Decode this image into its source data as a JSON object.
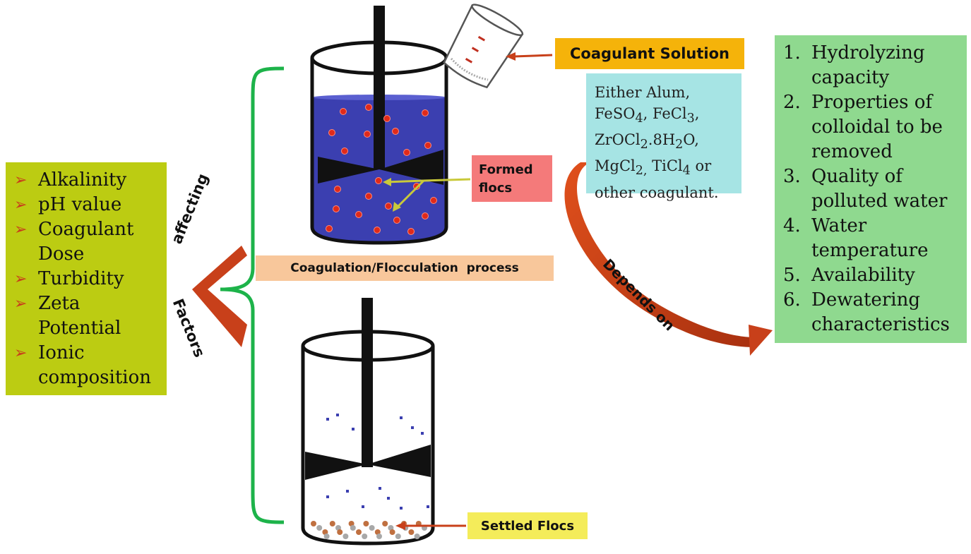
{
  "factors": {
    "items": [
      "Alkalinity",
      "pH value",
      "Coagulant",
      "Dose",
      "Turbidity",
      "Zeta",
      "Potential",
      "Ionic",
      "composition"
    ],
    "bullet_flags": [
      true,
      true,
      true,
      false,
      true,
      true,
      false,
      true,
      false
    ],
    "bullet_glyph": "➢"
  },
  "labels": {
    "affecting": "affecting",
    "factors": "Factors",
    "coagulant_solution": "Coagulant Solution",
    "formed_flocs_line1": "Formed",
    "formed_flocs_line2": "flocs",
    "process": "Coagulation/Flocculation  process",
    "settled_flocs": "Settled Flocs",
    "depends_on": "Depends on"
  },
  "coagulants": {
    "line1": "Either Alum,",
    "line2": [
      "FeSO",
      "4",
      ", FeCl",
      "3",
      ","
    ],
    "line3": [
      "ZrOCl",
      "2",
      ".8H",
      "2",
      "O,"
    ],
    "line4": [
      "MgCl",
      "2,",
      " TiCl",
      "4",
      " or"
    ],
    "line5": "other coagulant."
  },
  "depends": {
    "items": [
      {
        "num": "1.",
        "text": "Hydrolyzing"
      },
      {
        "num": "",
        "text": "capacity"
      },
      {
        "num": "2.",
        "text": "Properties of"
      },
      {
        "num": "",
        "text": "colloidal to be"
      },
      {
        "num": "",
        "text": "removed"
      },
      {
        "num": "3.",
        "text": "Quality of"
      },
      {
        "num": "",
        "text": "polluted water"
      },
      {
        "num": "4.",
        "text": "Water"
      },
      {
        "num": "",
        "text": "temperature"
      },
      {
        "num": "5.",
        "text": "Availability"
      },
      {
        "num": "6.",
        "text": "Dewatering"
      },
      {
        "num": "",
        "text": "characteristics"
      }
    ]
  },
  "colors": {
    "factors_bg": "#bccc12",
    "bullet": "#c8401a",
    "coagulant_label_bg": "#f5b30a",
    "chemicals_bg": "#a6e4e4",
    "depends_bg": "#8fd98f",
    "formed_label_bg": "#f47a7a",
    "process_label_bg": "#f8c79b",
    "settled_label_bg": "#f4ec5a",
    "bracket": "#1db34a",
    "arrow": "#c8401a",
    "water": "#3b3fb0",
    "floc_red": "#e02a1a"
  },
  "icons": [
    "beaker-icon",
    "stirrer-icon",
    "pouring-beaker-icon",
    "curved-arrow-icon",
    "bracket-icon",
    "chevron-icon"
  ]
}
